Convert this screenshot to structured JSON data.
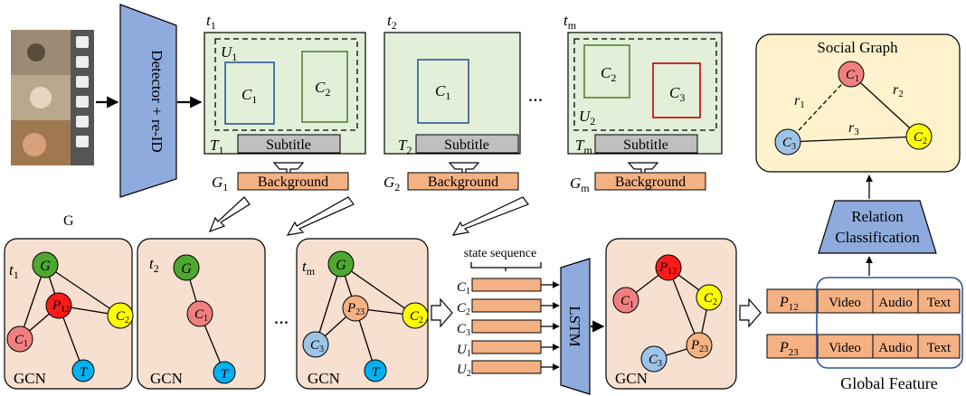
{
  "detector": {
    "label": "Detector + re-ID"
  },
  "frames": [
    {
      "t": "t",
      "t_sub": "1",
      "u": "U",
      "u_sub": "1",
      "chars": [
        {
          "n": "C",
          "s": "1"
        },
        {
          "n": "C",
          "s": "2"
        }
      ],
      "T": "T",
      "T_sub": "1",
      "subtitle": "Subtitle",
      "G": "G",
      "G_sub": "1",
      "background": "Background"
    },
    {
      "t": "t",
      "t_sub": "2",
      "chars": [
        {
          "n": "C",
          "s": "1"
        }
      ],
      "T": "T",
      "T_sub": "2",
      "subtitle": "Subtitle",
      "G": "G",
      "G_sub": "2",
      "background": "Background"
    },
    {
      "t": "t",
      "t_sub": "m",
      "u": "U",
      "u_sub": "2",
      "chars": [
        {
          "n": "C",
          "s": "2"
        },
        {
          "n": "C",
          "s": "3"
        }
      ],
      "T": "T",
      "T_sub": "m",
      "subtitle": "Subtitle",
      "G": "G",
      "G_sub": "m",
      "background": "Background"
    }
  ],
  "ellipsis": "...",
  "stray_label": "G",
  "gcn_panels": [
    {
      "t": "t",
      "t_sub": "1",
      "label": "GCN",
      "nodes": {
        "g": "G",
        "p": "P",
        "p_sub": "12",
        "c2": "C",
        "c2_sub": "2",
        "c1": "C",
        "c1_sub": "1",
        "t": "T"
      }
    },
    {
      "t": "t",
      "t_sub": "2",
      "label": "GCN",
      "nodes": {
        "g": "G",
        "c1": "C",
        "c1_sub": "1",
        "t": "T"
      }
    },
    {
      "t": "t",
      "t_sub": "m",
      "label": "GCN",
      "nodes": {
        "g": "G",
        "p": "P",
        "p_sub": "23",
        "c2": "C",
        "c2_sub": "2",
        "c3": "C",
        "c3_sub": "3",
        "t": "T"
      }
    }
  ],
  "state_sequence": {
    "title": "state sequence",
    "items": [
      {
        "n": "C",
        "s": "1"
      },
      {
        "n": "C",
        "s": "2"
      },
      {
        "n": "C",
        "s": "3"
      },
      {
        "n": "U",
        "s": "1"
      },
      {
        "n": "U",
        "s": "2"
      }
    ]
  },
  "lstm": {
    "label": "LSTM"
  },
  "gcn_out": {
    "label": "GCN",
    "p12": "P",
    "p12_sub": "12",
    "c1": "C",
    "c1_sub": "1",
    "c2": "C",
    "c2_sub": "2",
    "p23": "P",
    "p23_sub": "23",
    "c3": "C",
    "c3_sub": "3"
  },
  "features": [
    {
      "p": "P",
      "p_sub": "12",
      "video": "Video",
      "audio": "Audio",
      "text": "Text"
    },
    {
      "p": "P",
      "p_sub": "23",
      "video": "Video",
      "audio": "Audio",
      "text": "Text"
    }
  ],
  "global_feature": "Global Feature",
  "relation": {
    "line1": "Relation",
    "line2": "Classification"
  },
  "social_graph": {
    "title": "Social Graph",
    "c1": "C",
    "c1_sub": "1",
    "c2": "C",
    "c2_sub": "2",
    "c3": "C",
    "c3_sub": "3",
    "r1": "r",
    "r1_sub": "1",
    "r2": "r",
    "r2_sub": "2",
    "r3": "r",
    "r3_sub": "3"
  },
  "colors": {
    "frame_green": "#e2efd9",
    "panel_peach": "#f7e0d0",
    "orange": "#f4b183",
    "node_red": "#f08080",
    "node_red_strong": "#ff1a1a",
    "node_yellow": "#ffff00",
    "node_green": "#4ea72e",
    "node_blue": "#00b0f0",
    "node_lightblue": "#9dc3e6",
    "node_orange": "#f4b183",
    "lstm_blue": "#8faadc",
    "social_yellow": "#fff2cc",
    "global_border": "#2f5597",
    "char_blue": "#2f5597",
    "char_green": "#548235",
    "char_red": "#c00000"
  }
}
